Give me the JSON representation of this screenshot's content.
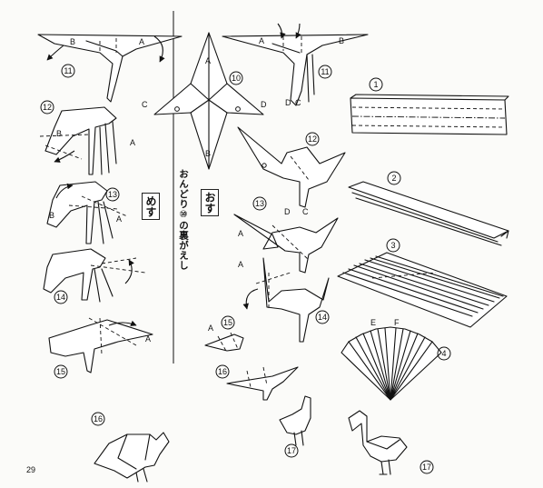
{
  "labels": {
    "osu": "おす",
    "mesu": "めす",
    "note": "おんどり⑩の裏がえし",
    "page_number": "29"
  },
  "letters": {
    "A": "A",
    "B": "B",
    "C": "C",
    "D": "D",
    "E": "E",
    "F": "F"
  },
  "steps": {
    "s1": "1",
    "s2": "2",
    "s3": "3",
    "s4": "4",
    "s10": "10",
    "s11": "11",
    "s12": "12",
    "s13": "13",
    "s14": "14",
    "s15": "15",
    "s16": "16",
    "s17": "17"
  }
}
